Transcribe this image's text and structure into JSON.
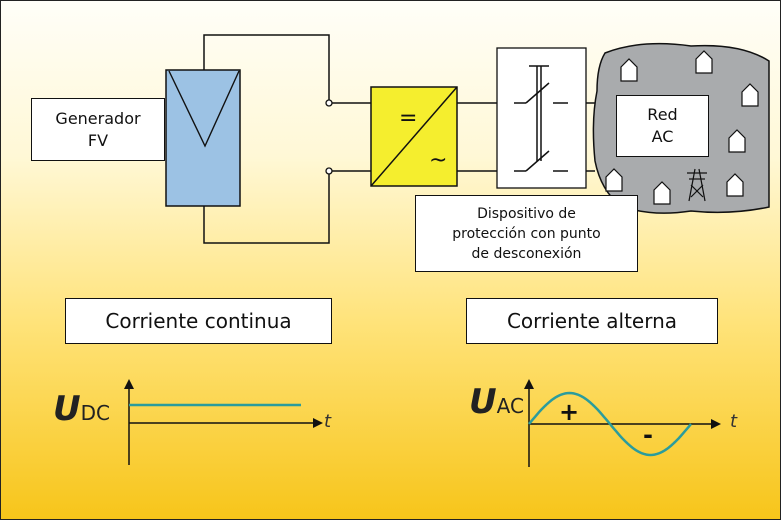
{
  "labels": {
    "generator": "Generador\nFV",
    "grid": "Red\nAC",
    "protection": "Dispositivo de\nprotección con punto\nde desconexión",
    "dc_title": "Corriente continua",
    "ac_title": "Corriente alterna"
  },
  "inverter": {
    "top_symbol": "=",
    "bottom_symbol": "~"
  },
  "dc_axis": {
    "symbol": "U",
    "subscript": "DC",
    "time_label": "t"
  },
  "ac_axis": {
    "symbol": "U",
    "subscript": "AC",
    "time_label": "t",
    "positive": "+",
    "negative": "-"
  },
  "colors": {
    "panel": "#9cc2e4",
    "inverter": "#f5ee2e",
    "grid_area": "#a9abad",
    "waveform": "#2b9c9c"
  }
}
